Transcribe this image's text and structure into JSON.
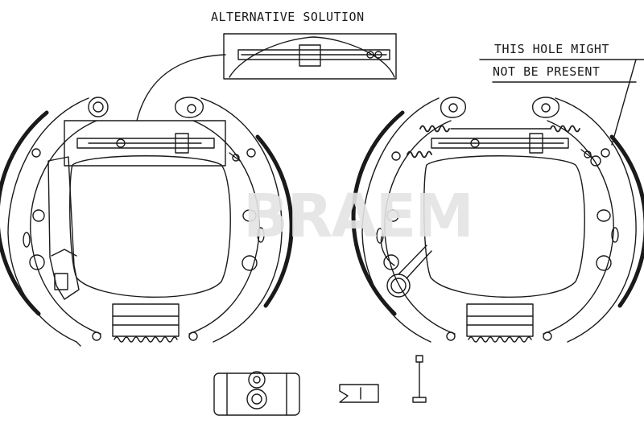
{
  "labels": {
    "alternative": "ALTERNATIVE SOLUTION",
    "hole_line1": "THIS HOLE MIGHT",
    "hole_line2": "NOT BE PRESENT"
  },
  "watermark": "BRAEM",
  "colors": {
    "line": "#1a1a1a",
    "watermark": "#e4e4e4"
  }
}
